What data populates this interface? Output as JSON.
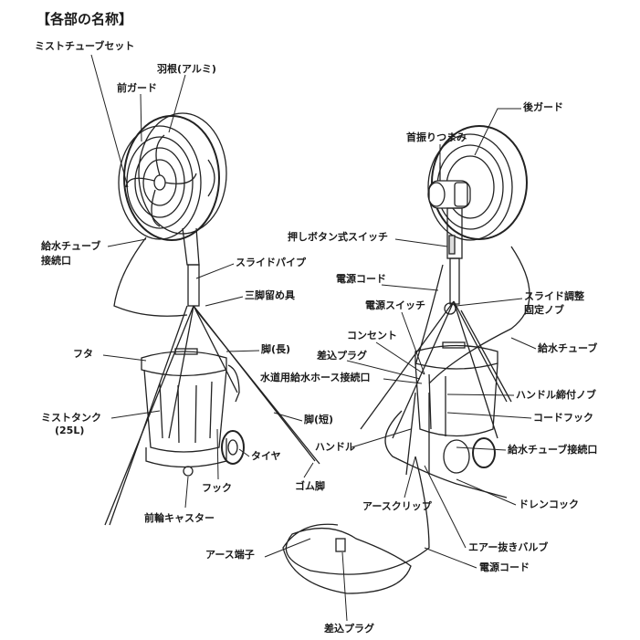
{
  "title": "【各部の名称】",
  "labels": {
    "mist_tube_set": "ミストチューブセット",
    "blade": "羽根(アルミ)",
    "front_guard": "前ガード",
    "water_tube_port_1": "給水チューブ",
    "water_tube_port_2": "接続口",
    "slide_pipe": "スライドパイプ",
    "tripod_clamp": "三脚留め具",
    "leg_long": "脚(長)",
    "lid": "フタ",
    "mist_tank_1": "ミストタンク",
    "mist_tank_2": "(25L)",
    "leg_short": "脚(短)",
    "tire": "タイヤ",
    "hook": "フック",
    "rubber_foot": "ゴム脚",
    "front_caster": "前輪キャスター",
    "rear_guard": "後ガード",
    "oscillation_knob": "首振りつまみ",
    "push_button_switch": "押しボタン式スイッチ",
    "power_cord_upper": "電源コード",
    "slide_knob_1": "スライド調整",
    "slide_knob_2": "固定ノブ",
    "power_switch": "電源スイッチ",
    "outlet": "コンセント",
    "plug_upper": "差込プラグ",
    "hose_port": "水道用給水ホース接続口",
    "water_tube": "給水チューブ",
    "handle_knob": "ハンドル締付ノブ",
    "cord_hook": "コードフック",
    "handle": "ハンドル",
    "water_tube_port_rear": "給水チューブ接続口",
    "ground_clip": "アースクリップ",
    "drain_cock": "ドレンコック",
    "air_valve": "エアー抜きバルブ",
    "ground_terminal": "アース端子",
    "power_cord_lower": "電源コード",
    "plug_lower": "差込プラグ"
  }
}
